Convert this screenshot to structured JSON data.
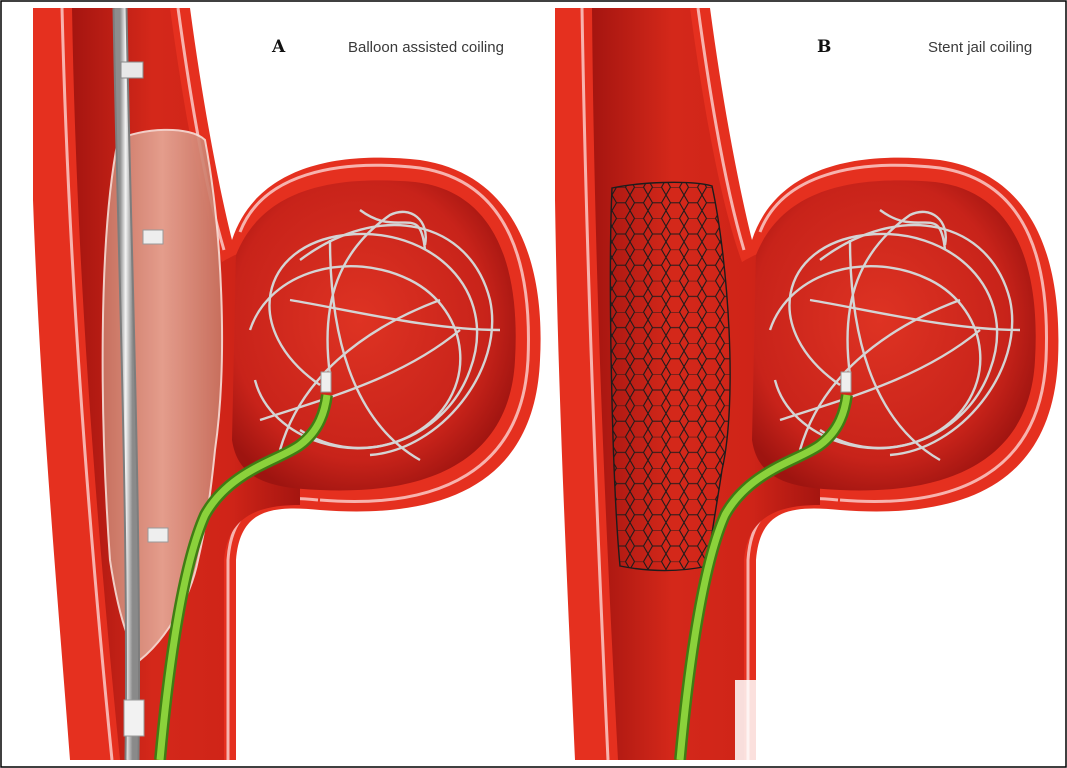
{
  "panels": [
    {
      "letter": "A",
      "caption": "Balloon assisted coiling"
    },
    {
      "letter": "B",
      "caption": "Stent jail coiling"
    }
  ],
  "colors": {
    "background": "#ffffff",
    "vessel_wall": "#e5301f",
    "vessel_wall_highlight": "#f7b3ae",
    "vessel_lumen": "#cc2216",
    "vessel_lumen_shade": "#a51510",
    "balloon": "#d9907e",
    "balloon_edge": "#f6ddd6",
    "catheter": "#c8c8c8",
    "microcatheter": "#6fbe2a",
    "coil": "#d4d4d4",
    "stent": "#1c1c1c",
    "frame_border": "#000000"
  },
  "icons": [
    "catheter-icon",
    "balloon-icon",
    "coil-icon",
    "stent-icon",
    "microcatheter-icon"
  ]
}
